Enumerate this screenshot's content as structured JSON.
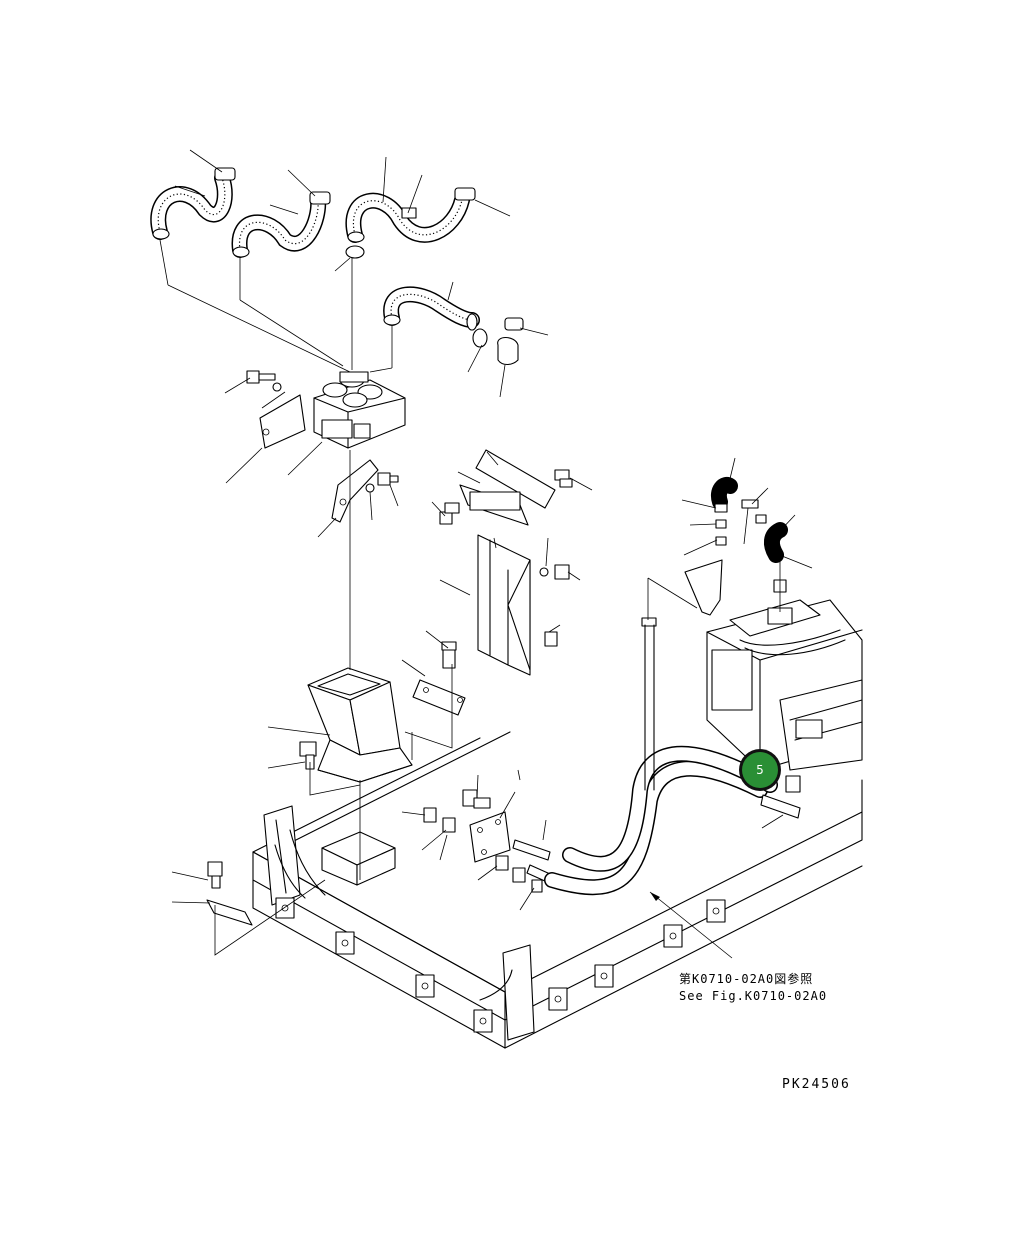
{
  "diagram": {
    "reference_jp": "第K0710-02A0図参照",
    "reference_en": "See Fig.K0710-02A0",
    "drawing_number": "PK24506",
    "callout": {
      "number": "5",
      "color": "#2a8f35"
    }
  }
}
